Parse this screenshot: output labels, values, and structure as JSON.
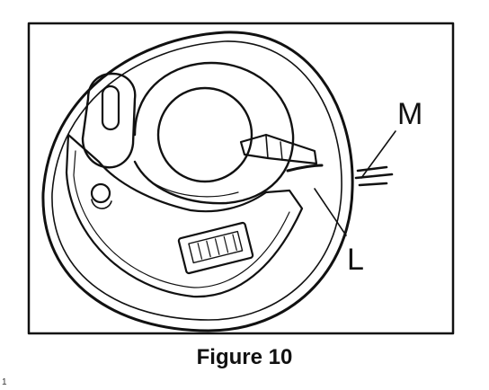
{
  "labels": {
    "m": "M",
    "l": "L"
  },
  "caption": "Figure 10",
  "corner_mark": "1"
}
